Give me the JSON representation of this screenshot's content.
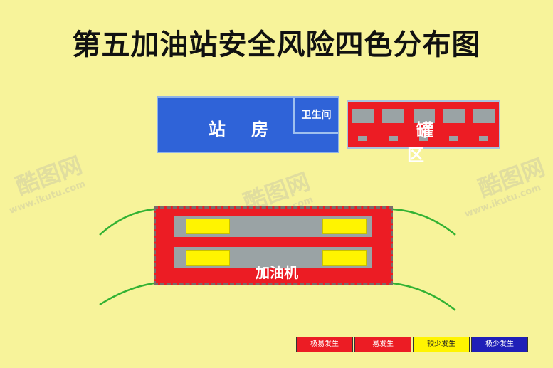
{
  "title": "第五加油站安全风险四色分布图",
  "station": {
    "label": "站 房",
    "restroom_label": "卫生间"
  },
  "tank": {
    "label": "罐 区"
  },
  "pump": {
    "label": "加油机"
  },
  "legend": [
    {
      "label": "极易发生",
      "color": "#ec1c24"
    },
    {
      "label": "易发生",
      "color": "#ec1c24"
    },
    {
      "label": "较少发生",
      "color": "#fff400"
    },
    {
      "label": "极少发生",
      "color": "#1f1fb8"
    }
  ],
  "watermark": {
    "logo": "酷图网",
    "url": "www.ikutu.com"
  },
  "colors": {
    "background": "#f7f39a",
    "station": "#2f63d8",
    "tank": "#ec1c24",
    "pump": "#ec1c24",
    "lane": "#9aa3a5",
    "dispenser": "#fff400",
    "curve": "#33b233"
  }
}
